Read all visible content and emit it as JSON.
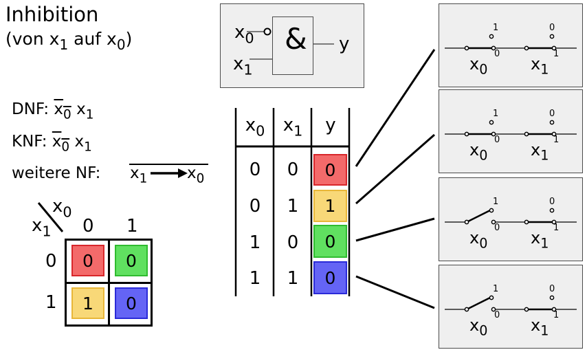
{
  "header": {
    "title": "Inhibition",
    "subtitle_prefix": "(von x",
    "subtitle_sub1": "1",
    "subtitle_mid": " auf x",
    "subtitle_sub2": "0",
    "subtitle_suffix": ")"
  },
  "normal_forms": {
    "dnf_label": "DNF:",
    "knf_label": "KNF:",
    "weitere_label": "weitere NF:",
    "var": "x",
    "idx0": "0",
    "idx1": "1"
  },
  "gate": {
    "symbol": "&",
    "input0": "x",
    "input0_sub": "0",
    "input1": "x",
    "input1_sub": "1",
    "output": "y"
  },
  "truth_table": {
    "headers": [
      {
        "text": "x",
        "sub": "0"
      },
      {
        "text": "x",
        "sub": "1"
      },
      {
        "text": "y",
        "sub": ""
      }
    ],
    "rows": [
      {
        "x0": "0",
        "x1": "0",
        "y": "0",
        "color": "#f36a6a",
        "border": "#d8262a"
      },
      {
        "x0": "0",
        "x1": "1",
        "y": "1",
        "color": "#f8d878",
        "border": "#e8b638"
      },
      {
        "x0": "1",
        "x1": "0",
        "y": "0",
        "color": "#60e060",
        "border": "#2fbb2f"
      },
      {
        "x0": "1",
        "x1": "1",
        "y": "0",
        "color": "#6464f5",
        "border": "#2a2ad8"
      }
    ]
  },
  "kv_map": {
    "corner_top": "x",
    "corner_top_sub": "0",
    "corner_left": "x",
    "corner_left_sub": "1",
    "col_headers": [
      "0",
      "1"
    ],
    "row_headers": [
      "0",
      "1"
    ],
    "cells": [
      {
        "value": "0",
        "color": "#f36a6a",
        "border": "#d8262a"
      },
      {
        "value": "0",
        "color": "#60e060",
        "border": "#2fbb2f"
      },
      {
        "value": "1",
        "color": "#f8d878",
        "border": "#e8b638"
      },
      {
        "value": "0",
        "color": "#6464f5",
        "border": "#2a2ad8"
      }
    ]
  },
  "switches": {
    "label0": "x",
    "label0_sub": "0",
    "label1": "x",
    "label1_sub": "1",
    "pos_one": "1",
    "pos_zero": "0",
    "panels": [
      {
        "x0_closed_to": "0",
        "x1_closed_to": "1"
      },
      {
        "x0_closed_to": "0",
        "x1_closed_to": "1"
      },
      {
        "x0_closed_to": "1",
        "x1_closed_to": "1"
      },
      {
        "x0_closed_to": "1",
        "x1_closed_to": "1"
      }
    ]
  }
}
